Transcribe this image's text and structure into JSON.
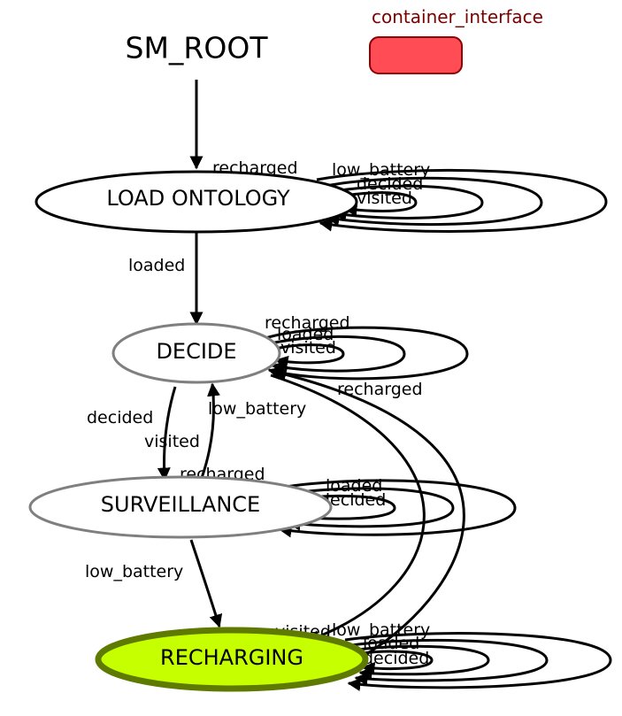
{
  "root_label": "SM_ROOT",
  "legend": {
    "label": "container_interface",
    "label_color": "#7a0000",
    "swatch_color": "#ff4c55",
    "swatch_border": "#8b0000"
  },
  "states": {
    "load_ontology": {
      "label": "LOAD ONTOLOGY",
      "border": "#000000",
      "fill": "#ffffff",
      "active": false
    },
    "decide": {
      "label": "DECIDE",
      "border": "#7f7f7f",
      "fill": "#ffffff",
      "active": false
    },
    "surveillance": {
      "label": "SURVEILLANCE",
      "border": "#7f7f7f",
      "fill": "#ffffff",
      "active": false
    },
    "recharging": {
      "label": "RECHARGING",
      "border": "#5f7a00",
      "fill": "#c6ff00",
      "active": true
    }
  },
  "edge_labels": {
    "root_to_load": "recharged",
    "load_loop_1": "low_battery",
    "load_loop_2": "decided",
    "load_loop_3": "visited",
    "load_to_decide": "loaded",
    "decide_loop_1": "recharged",
    "decide_loop_2": "loaded",
    "decide_loop_3": "visited",
    "recharging_to_decide": "recharged",
    "decide_to_surv_1": "decided",
    "decide_to_surv_2": "visited",
    "decide_to_recharging": "low_battery",
    "surv_to_decide": "recharged",
    "surv_loop_1": "loaded",
    "surv_loop_2": "decided",
    "surv_to_recharging": "low_battery",
    "recharging_in_visited": "visited",
    "recharging_loop_1": "low_battery",
    "recharging_loop_2": "loaded",
    "recharging_loop_3": "decided"
  }
}
